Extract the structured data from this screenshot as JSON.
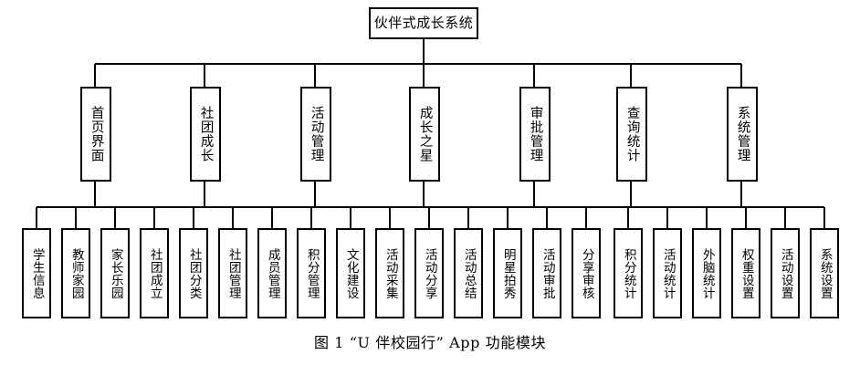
{
  "figure": {
    "caption": "图 1    “U 伴校园行” App 功能模块",
    "line_color": "#000000",
    "box_border_color": "#000000",
    "background_color": "#ffffff"
  },
  "root": {
    "label": "伙伴式成长系统"
  },
  "modules": [
    {
      "label": "首页界面"
    },
    {
      "label": "社团成长"
    },
    {
      "label": "活动管理"
    },
    {
      "label": "成长之星"
    },
    {
      "label": "审批管理"
    },
    {
      "label": "查询统计"
    },
    {
      "label": "系统管理"
    }
  ],
  "features": [
    {
      "label": "学生信息"
    },
    {
      "label": "教师家园"
    },
    {
      "label": "家长乐园"
    },
    {
      "label": "社团成立"
    },
    {
      "label": "社团分类"
    },
    {
      "label": "社团管理"
    },
    {
      "label": "成员管理"
    },
    {
      "label": "积分管理"
    },
    {
      "label": "文化建设"
    },
    {
      "label": "活动采集"
    },
    {
      "label": "活动分享"
    },
    {
      "label": "活动总结"
    },
    {
      "label": "明星拍秀"
    },
    {
      "label": "活动审批"
    },
    {
      "label": "分享审核"
    },
    {
      "label": "积分统计"
    },
    {
      "label": "活动统计"
    },
    {
      "label": "外脑统计"
    },
    {
      "label": "权重设置"
    },
    {
      "label": "活动设置"
    },
    {
      "label": "系统设置"
    }
  ]
}
